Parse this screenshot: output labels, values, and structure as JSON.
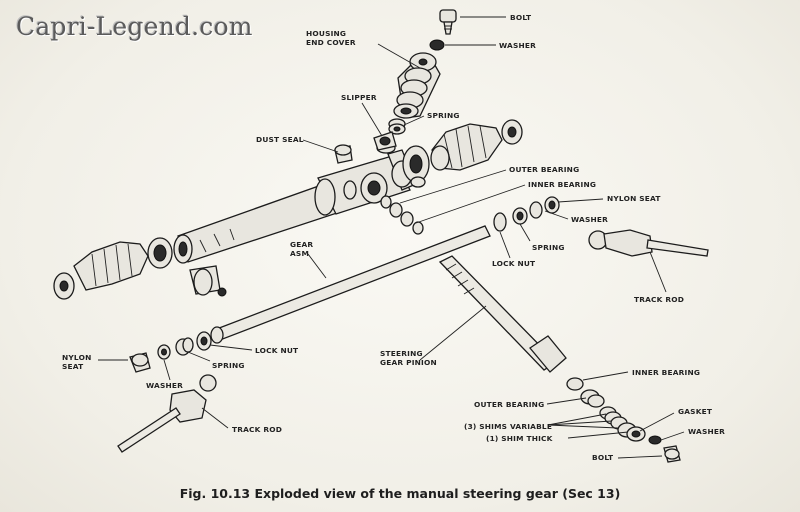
{
  "watermark": "Capri-Legend.com",
  "caption": "Fig. 10.13 Exploded view of the manual steering gear (Sec 13)",
  "labels": {
    "bolt_top": "BOLT",
    "washer_top": "WASHER",
    "housing_end_cover_1": "HOUSING",
    "housing_end_cover_2": "END COVER",
    "slipper": "SLIPPER",
    "spring_top": "SPRING",
    "dust_seal": "DUST SEAL",
    "outer_bearing_top": "OUTER BEARING",
    "inner_bearing_top": "INNER BEARING",
    "nylon_seat_right": "NYLON SEAT",
    "washer_right": "WASHER",
    "spring_right": "SPRING",
    "lock_nut_right": "LOCK NUT",
    "track_rod_right": "TRACK ROD",
    "gear_asm_1": "GEAR",
    "gear_asm_2": "ASM",
    "lock_nut_left": "LOCK NUT",
    "steering_pinion_1": "STEERING",
    "steering_pinion_2": "GEAR PINION",
    "nylon_seat_left_1": "NYLON",
    "nylon_seat_left_2": "SEAT",
    "spring_left": "SPRING",
    "washer_left": "WASHER",
    "track_rod_left": "TRACK ROD",
    "inner_bearing_bottom": "INNER BEARING",
    "outer_bearing_bottom": "OUTER BEARING",
    "gasket": "GASKET",
    "shims_variable": "(3) SHIMS VARIABLE",
    "shim_thick": "(1) SHIM THICK",
    "washer_bottom": "WASHER",
    "bolt_bottom": "BOLT"
  }
}
